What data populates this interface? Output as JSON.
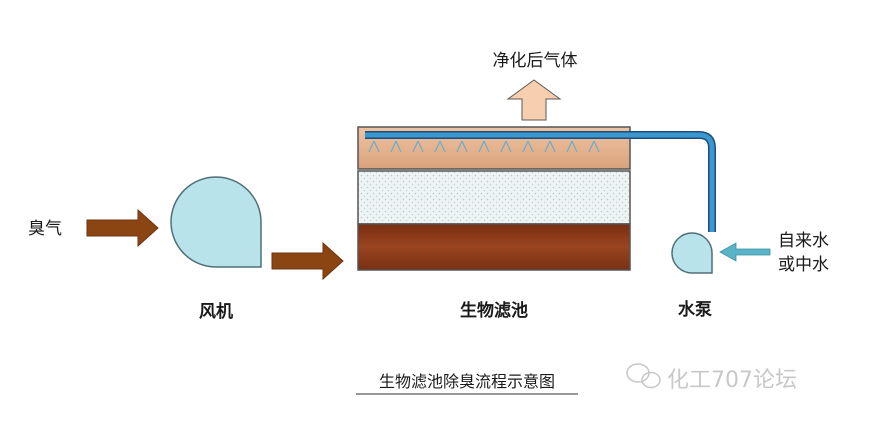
{
  "labels": {
    "input_gas": "臭气",
    "fan": "风机",
    "biofilter": "生物滤池",
    "pump": "水泵",
    "water_source_line1": "自来水",
    "water_source_line2": "或中水",
    "output_gas": "净化后气体",
    "caption": "生物滤池除臭流程示意图",
    "watermark": "化工707论坛"
  },
  "icons": {
    "watermark_logo": "wechat-icon"
  },
  "colors": {
    "brown_arrow": "#8b4513",
    "fan_fill": "#b9e3ea",
    "top_layer": "#e2b08c",
    "middle_layer": "#edf3f3",
    "bottom_layer": "#8e3b1a",
    "pipe": "#2f86bd",
    "water_arrow": "#5ab4c8",
    "output_arrow": "#f7cfae"
  }
}
